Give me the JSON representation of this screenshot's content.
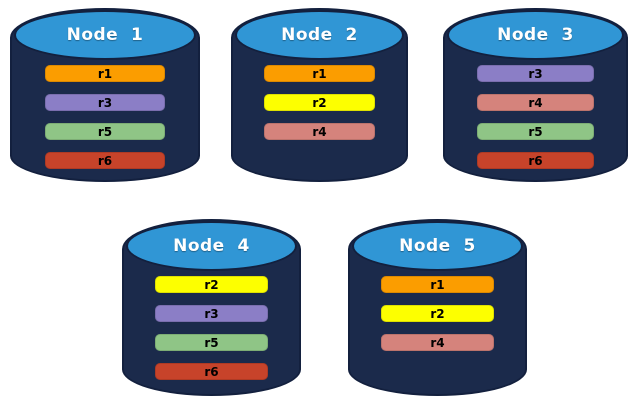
{
  "colors": {
    "background": "#ffffff",
    "cylinder_body": "#1B2A4B",
    "cylinder_outline": "#13203E",
    "cylinder_top": "#3096D5",
    "title_text": "#ffffff",
    "bar_text": "#000000",
    "replicas": {
      "r1": "#FB9D00",
      "r2": "#FDFF00",
      "r3": "#8B7EC6",
      "r4": "#D5837C",
      "r5": "#8FC586",
      "r6": "#C7432A"
    }
  },
  "nodes": [
    {
      "title": "Node  1",
      "replicas": [
        "r1",
        "r3",
        "r5",
        "r6"
      ]
    },
    {
      "title": "Node  2",
      "replicas": [
        "r1",
        "r2",
        "r4"
      ]
    },
    {
      "title": "Node  3",
      "replicas": [
        "r3",
        "r4",
        "r5",
        "r6"
      ]
    },
    {
      "title": "Node  4",
      "replicas": [
        "r2",
        "r3",
        "r5",
        "r6"
      ]
    },
    {
      "title": "Node  5",
      "replicas": [
        "r1",
        "r2",
        "r4"
      ]
    }
  ]
}
